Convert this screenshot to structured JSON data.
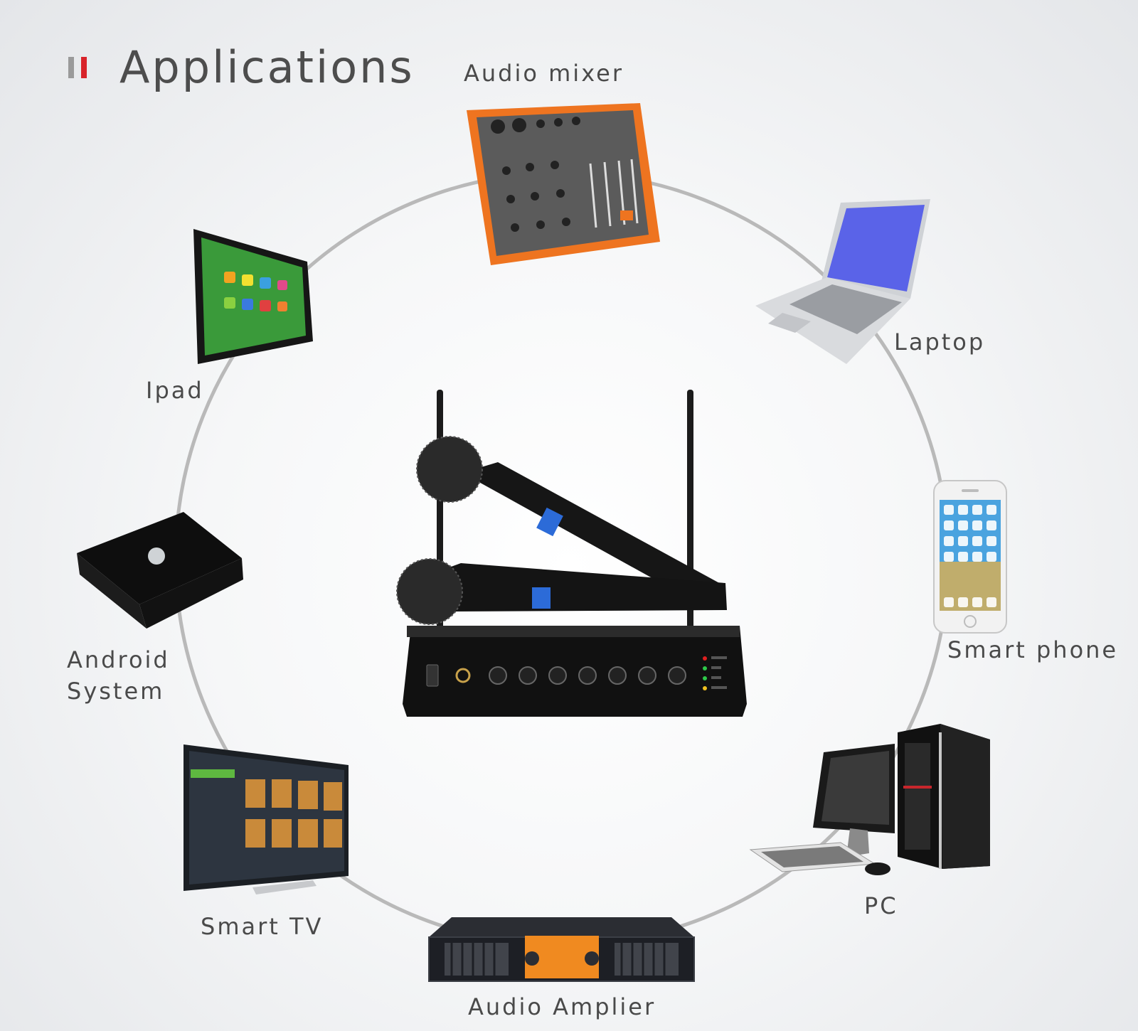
{
  "title": "Applications",
  "colors": {
    "accent": "#d8232a",
    "ring": "#b8b8b8",
    "text": "#4a4a4a"
  },
  "labels": {
    "audio_mixer": "Audio mixer",
    "laptop": "Laptop",
    "smart_phone": "Smart phone",
    "pc": "PC",
    "audio_amplifier": "Audio Amplier",
    "smart_tv": "Smart TV",
    "android_line1": "Android",
    "android_line2": "System",
    "ipad": "Ipad"
  }
}
